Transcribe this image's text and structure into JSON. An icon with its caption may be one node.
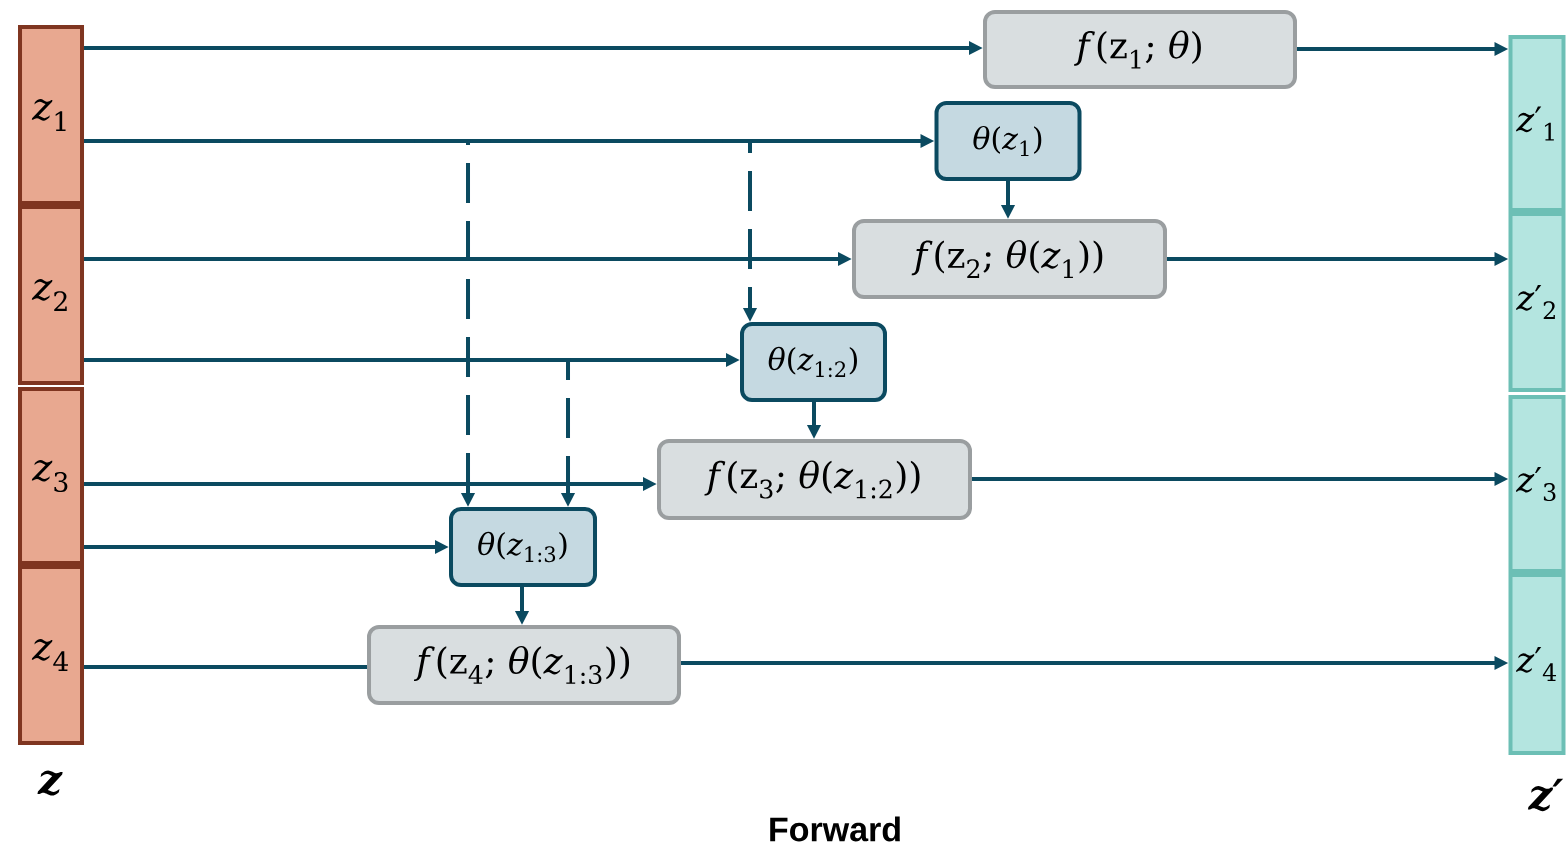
{
  "diagram": {
    "caption": "Forward",
    "nodes": [
      {
        "text": [
          "*z*$_{1}$"
        ]
      },
      {
        "text": [
          "*z*$_{2}$"
        ]
      },
      {
        "text": [
          "*z*$_{3}$"
        ]
      },
      {
        "text": [
          "*z*$_{4}$"
        ]
      },
      {
        "text": [
          "*f*(z$_{1}$; *θ*)"
        ]
      },
      {
        "text": [
          "*θ*(*z*$_{1}$)"
        ]
      },
      {
        "text": [
          "*f*(z$_{2}$; *θ*(*z*$_{1}$))"
        ]
      },
      {
        "text": [
          "*θ*(*z*$_{1:2}$)"
        ]
      },
      {
        "text": [
          "*f*(z$_{3}$; *θ*(*z*$_{1:2}$))"
        ]
      },
      {
        "text": [
          "*θ*(*z*$_{1:3}$)"
        ]
      },
      {
        "text": [
          "*f*(z$_{4}$; *θ*(*z*$_{1:3}$))"
        ]
      },
      {
        "text": [
          "*z*′$_{1}$"
        ]
      },
      {
        "text": [
          "*z*′$_{2}$"
        ]
      },
      {
        "text": [
          "*z*′$_{3}$"
        ]
      },
      {
        "text": [
          "*z*′$_{4}$"
        ]
      }
    ],
    "edges": [
      {
        "from": 0,
        "to": 4,
        "arrow": "to"
      },
      {
        "from": 4,
        "to": 11,
        "arrow": "to"
      },
      {
        "from": 0,
        "to": 5,
        "arrow": "to"
      },
      {
        "from": 0,
        "to": 7,
        "arrow": "to",
        "style": "dashed"
      },
      {
        "from": 0,
        "to": 9,
        "arrow": "to",
        "style": "dashed"
      },
      {
        "from": 5,
        "to": 6,
        "arrow": "to"
      },
      {
        "from": 1,
        "to": 6,
        "arrow": "to"
      },
      {
        "from": 6,
        "to": 12,
        "arrow": "to"
      },
      {
        "from": 1,
        "to": 7,
        "arrow": "to"
      },
      {
        "from": 1,
        "to": 9,
        "arrow": "to",
        "style": "dashed"
      },
      {
        "from": 7,
        "to": 8,
        "arrow": "to"
      },
      {
        "from": 2,
        "to": 8,
        "arrow": "to"
      },
      {
        "from": 8,
        "to": 13,
        "arrow": "to"
      },
      {
        "from": 2,
        "to": 9,
        "arrow": "to"
      },
      {
        "from": 9,
        "to": 10,
        "arrow": "to"
      },
      {
        "from": 3,
        "to": 10,
        "arrow": "none"
      },
      {
        "from": 10,
        "to": 14,
        "arrow": "to"
      }
    ],
    "labels": [
      "z",
      "z′"
    ]
  }
}
